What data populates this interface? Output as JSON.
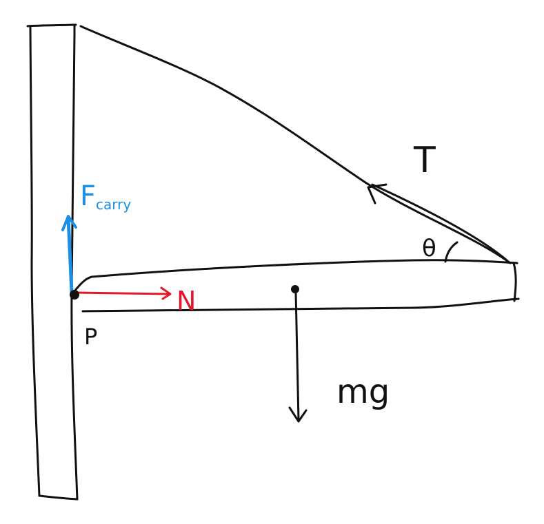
{
  "labels": {
    "tension": "T",
    "angle": "θ",
    "force_main": "F",
    "force_sub": "carry",
    "normal": "N",
    "pivot": "P",
    "weight": "mg"
  },
  "colors": {
    "ink": "#111111",
    "carry_force": "#1a8fe3",
    "normal_force": "#e3172a",
    "background": "#ffffff"
  }
}
